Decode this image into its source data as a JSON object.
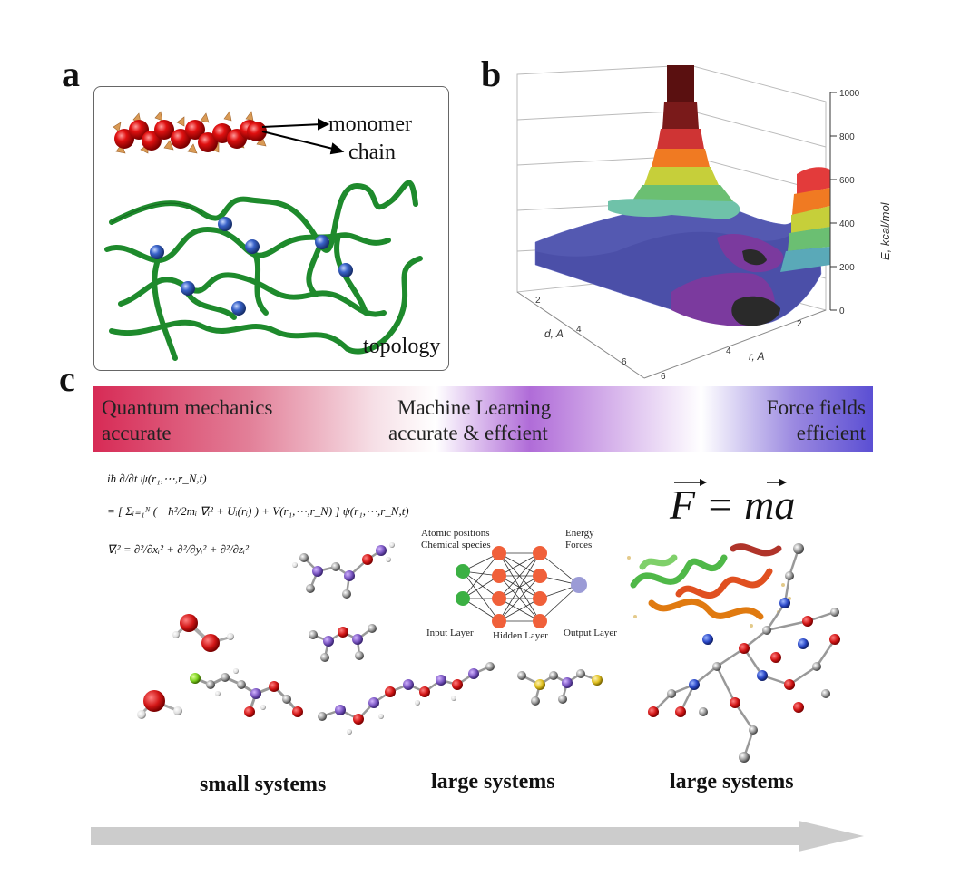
{
  "panel_a": {
    "letter": "a",
    "label_monomer": "monomer",
    "label_chain": "chain",
    "label_topology": "topology"
  },
  "panel_b": {
    "letter": "b",
    "z_axis_label": "E, kcal/mol",
    "z_ticks": [
      "0",
      "200",
      "400",
      "600",
      "800",
      "1000"
    ],
    "x_axis_label": "d, A",
    "x_ticks": [
      "2",
      "4",
      "6"
    ],
    "y_axis_label": "r, A",
    "y_ticks": [
      "2",
      "4",
      "6"
    ]
  },
  "panel_c": {
    "letter": "c",
    "bands": {
      "qm_line1": "Quantum mechanics",
      "qm_line2": "accurate",
      "ml_line1": "Machine Learning",
      "ml_line2": "accurate & effcient",
      "ff_line1": "Force fields",
      "ff_line2": "efficient"
    },
    "equations": {
      "line1": "iħ ∂/∂t ψ(r₁,⋯,r_N,t)",
      "line2": "= [ Σᵢ₌₁ᴺ ( −ħ²/2mᵢ ∇ᵢ² + Uᵢ(rᵢ) ) + V(r₁,⋯,r_N) ] ψ(r₁,⋯,r_N,t)",
      "line3": "∇ᵢ² = ∂²/∂xᵢ² + ∂²/∂yᵢ² + ∂²/∂zᵢ²",
      "newton": "F = ma"
    },
    "network": {
      "input_title_line1": "Atomic positions",
      "input_title_line2": "Chemical species",
      "output_title_line1": "Energy",
      "output_title_line2": "Forces",
      "input_layer": "Input Layer",
      "hidden_layer": "Hidden Layer",
      "output_layer": "Output Layer"
    },
    "system_labels": [
      "small systems",
      "large systems",
      "large systems"
    ]
  },
  "colors": {
    "monomer_red": "#e01010",
    "chain_green": "#1e8a2c",
    "crosslink_blue": "#3a63c9",
    "qm": "#d72a55",
    "ml": "#b06cd8",
    "ff": "#5b4fd3",
    "arrow_grey": "#cccccc"
  }
}
